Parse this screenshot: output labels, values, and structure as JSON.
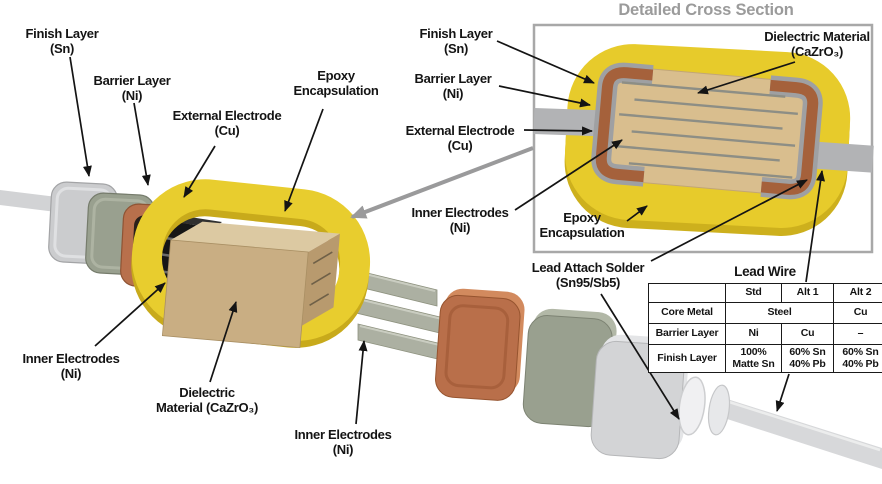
{
  "labels": {
    "main": {
      "finish": {
        "line1": "Finish Layer",
        "line2": "(Sn)"
      },
      "barrier": {
        "line1": "Barrier Layer",
        "line2": "(Ni)"
      },
      "external": {
        "line1": "External Electrode",
        "line2": "(Cu)"
      },
      "epoxy": {
        "line1": "Epoxy",
        "line2": "Encapsulation"
      },
      "inner_left": {
        "line1": "Inner Electrodes",
        "line2": "(Ni)"
      },
      "dielectric": {
        "line1": "Dielectric",
        "line2": "Material (CaZrO₃)"
      },
      "inner_right": {
        "line1": "Inner Electrodes",
        "line2": "(Ni)"
      }
    },
    "inset": {
      "title": "Detailed Cross Section",
      "finish": {
        "line1": "Finish Layer",
        "line2": "(Sn)"
      },
      "barrier": {
        "line1": "Barrier Layer",
        "line2": "(Ni)"
      },
      "external": {
        "line1": "External Electrode",
        "line2": "(Cu)"
      },
      "dielectric": {
        "line1": "Dielectric Material",
        "line2": "(CaZrO₃)"
      },
      "inner": {
        "line1": "Inner Electrodes",
        "line2": "(Ni)"
      },
      "epoxy": {
        "line1": "Epoxy",
        "line2": "Encapsulation"
      }
    },
    "solder": {
      "line1": "Lead Attach Solder",
      "line2": "(Sn95/Sb5)"
    }
  },
  "lead_wire_table": {
    "title": "Lead Wire",
    "columns": [
      "Std",
      "Alt 1",
      "Alt 2"
    ],
    "rows": {
      "core_metal": {
        "label": "Core Metal",
        "std_alt1": "Steel",
        "alt2": "Cu"
      },
      "barrier_layer": {
        "label": "Barrier Layer",
        "std": "Ni",
        "alt1": "Cu",
        "alt2": "–"
      },
      "finish_layer": {
        "label": "Finish Layer",
        "std": "100% Matte Sn",
        "alt1": "60% Sn 40% Pb",
        "alt2": "60% Sn 40% Pb"
      }
    }
  },
  "colors": {
    "epoxy_yellow": "#e8cd2e",
    "copper": "#b8704c",
    "nickel_green": "#99a08f",
    "tin_gray": "#cbccce",
    "ceramic_tan": "#c9ae83",
    "lead_gray": "#b2b3b5",
    "termination_copper": "#a5613b",
    "label_black": "#141414",
    "inset_title_gray": "#9b9b9b",
    "pointer_gray": "#9a9a9b"
  }
}
